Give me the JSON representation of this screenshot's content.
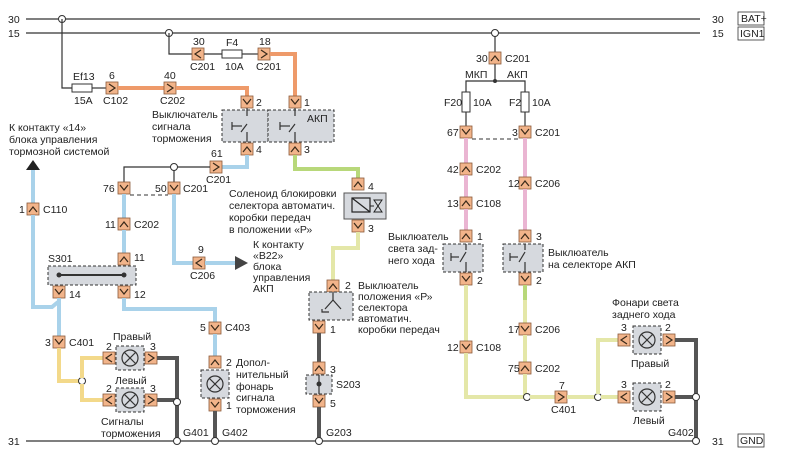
{
  "rails": {
    "top1": {
      "num": "30",
      "tag": "BAT+"
    },
    "top2": {
      "num": "15",
      "tag": "IGN1"
    },
    "bottom": {
      "num": "31",
      "tag": "GND"
    },
    "left_top1": "30",
    "left_top2": "15",
    "left_bottom": "31"
  },
  "fuses": {
    "ef13": {
      "name": "Ef13",
      "rating": "15A"
    },
    "f4": {
      "name": "F4",
      "rating": "10A"
    },
    "f20": {
      "name": "F20",
      "rating": "10A"
    },
    "f2": {
      "name": "F2",
      "rating": "10A"
    }
  },
  "connectors": {
    "c102_6": {
      "pin": "6",
      "name": "C102"
    },
    "c202_40": {
      "pin": "40",
      "name": "C202"
    },
    "c201_30": {
      "pin": "30",
      "name": "C201"
    },
    "c201_18": {
      "pin": "18",
      "name": "C201"
    },
    "c201_61": {
      "pin": "61",
      "name": "C201"
    },
    "c201_76": {
      "pin": "76",
      "name": ""
    },
    "c201_50": {
      "pin": "50",
      "name": "C201"
    },
    "c110_1": {
      "pin": "1",
      "name": "C110"
    },
    "c202_11": {
      "pin": "11",
      "name": "C202"
    },
    "c206_9": {
      "pin": "9",
      "name": "C206"
    },
    "c401_3": {
      "pin": "3",
      "name": "C401"
    },
    "c403_5": {
      "pin": "5",
      "name": "C403"
    },
    "c201_30r": {
      "pin": "30",
      "name": "C201"
    },
    "c201_67": {
      "pin": "67",
      "name": ""
    },
    "c201_3": {
      "pin": "3",
      "name": "C201"
    },
    "c202_42": {
      "pin": "42",
      "name": "C202"
    },
    "c108_13": {
      "pin": "13",
      "name": "C108"
    },
    "c206_12": {
      "pin": "12",
      "name": "C206"
    },
    "c108_12": {
      "pin": "12",
      "name": "C108"
    },
    "c206_17": {
      "pin": "17",
      "name": "C206"
    },
    "c202_75": {
      "pin": "75",
      "name": "C202"
    },
    "c401_7": {
      "pin": "7",
      "name": "C401"
    }
  },
  "pins": {
    "sw_brake_in": "2",
    "sw_brake_out": "4",
    "sw_akp_in": "1",
    "sw_akp_out": "3",
    "sol_in": "4",
    "sol_out": "3",
    "s301_in": "11",
    "s301_out1": "14",
    "s301_out2": "12",
    "p_sw_in": "2",
    "p_sw_out": "1",
    "s203_in": "3",
    "s203_out": "5",
    "rev_sw_in": "1",
    "rev_sw_out": "2",
    "akp_sel_in": "3",
    "akp_sel_out": "2",
    "brake_r_l": "2",
    "brake_r_r": "3",
    "brake_l_l": "2",
    "brake_l_r": "3",
    "extra_in": "2",
    "extra_out": "1",
    "rev_r_l": "3",
    "rev_r_r": "2",
    "rev_l_l": "3",
    "rev_l_r": "2"
  },
  "splices": {
    "s301": "S301",
    "s203": "S203"
  },
  "grounds": {
    "g401": "G401",
    "g402a": "G402",
    "g203": "G203",
    "g402b": "G402"
  },
  "labels": {
    "mkp": "МКП",
    "akp": "АКП",
    "akp_switch": "АКП",
    "brake_switch": [
      "Выключатель",
      "сигнала",
      "торможения"
    ],
    "to_brake_ecu": [
      "К контакту «14»",
      "блока управления",
      "тормозной системой"
    ],
    "solenoid": [
      "Соленоид блокировки",
      "селектора автоматич.",
      "коробки передач",
      "в положении «Р»"
    ],
    "to_tcm": [
      "К контакту",
      "«В22»",
      "блока",
      "управления",
      "АКП"
    ],
    "p_switch": [
      "Выклюатель",
      "положения «Р»",
      "селектора",
      "автоматич.",
      "коробки передач"
    ],
    "reverse_switch": [
      "Выклюатель",
      "света зад-",
      "него хода"
    ],
    "akp_selector_switch": [
      "Выклюатель",
      "на селекторе АКП"
    ],
    "extra_lamp": [
      "Допол-",
      "нительный",
      "фонарь",
      "сигнала",
      "торможения"
    ],
    "brake_right": "Правый",
    "brake_left": "Левый",
    "brake_lamps": [
      "Сигналы",
      "торможения"
    ],
    "reverse_lamps": [
      "Фонари света",
      "заднего хода"
    ],
    "rev_right": "Правый",
    "rev_left": "Левый"
  }
}
